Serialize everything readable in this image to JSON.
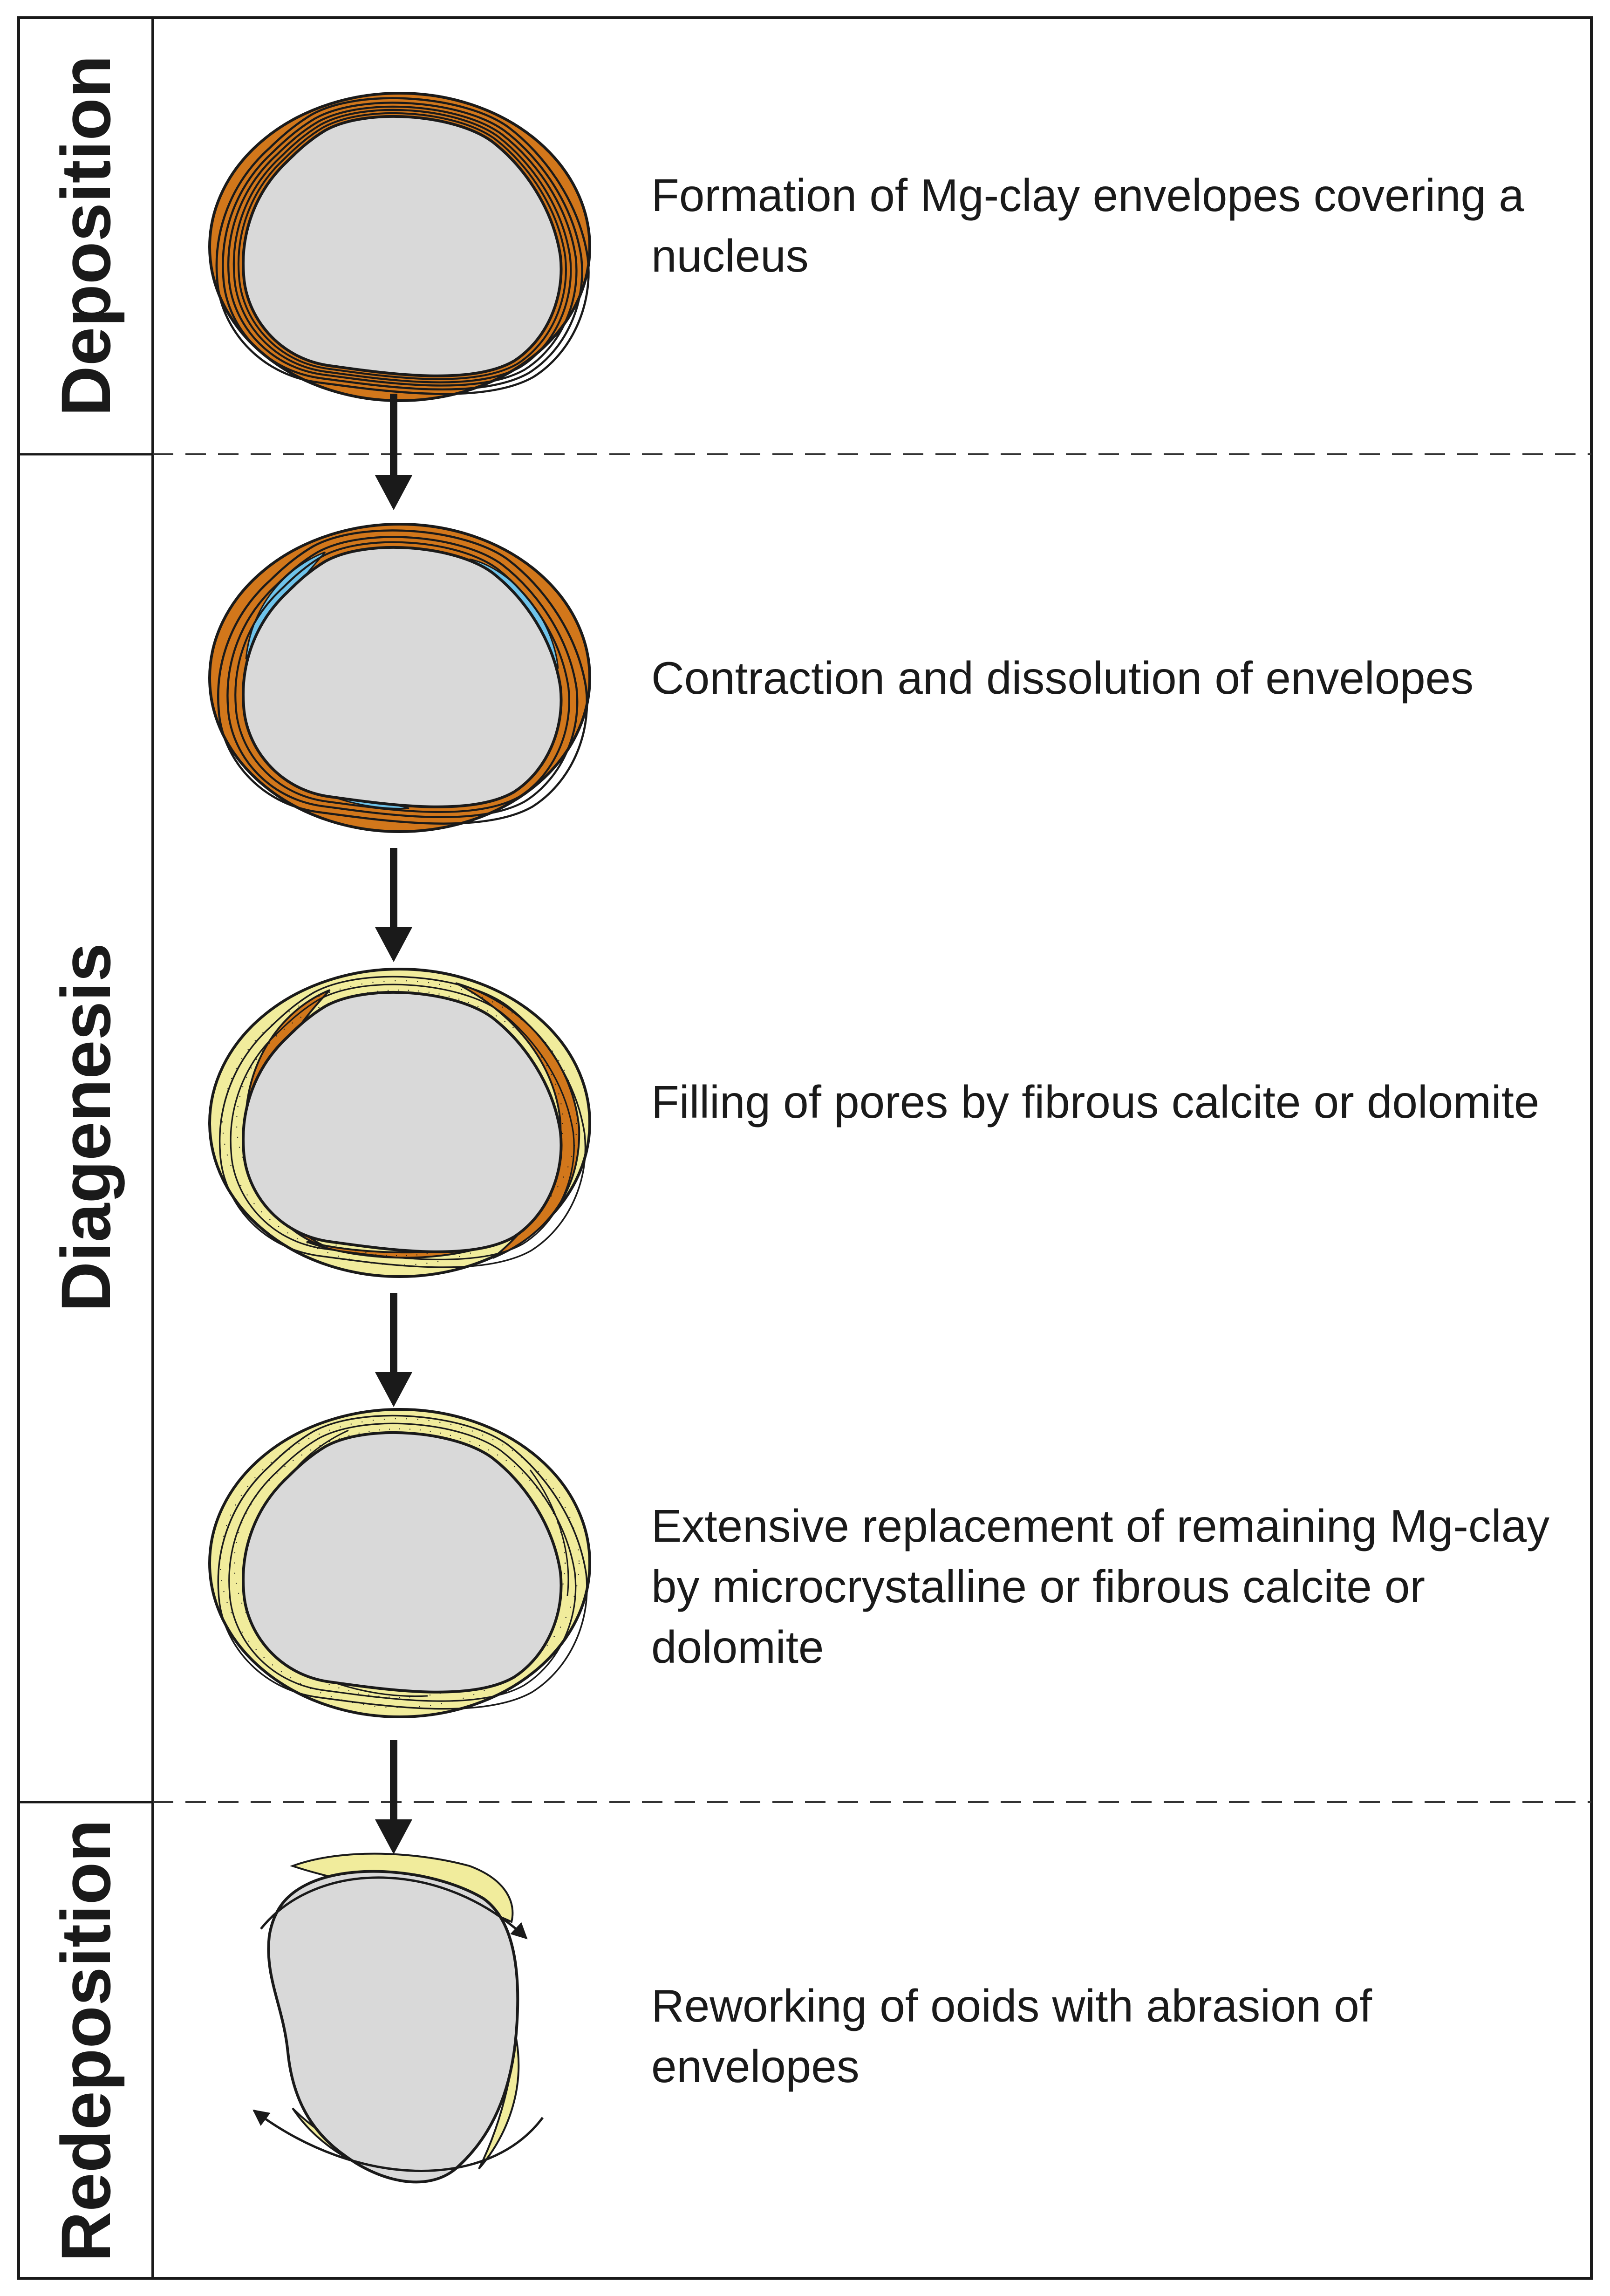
{
  "stages": [
    {
      "label": "Deposition"
    },
    {
      "label": "Diagenesis"
    },
    {
      "label": "Redeposition"
    }
  ],
  "steps": [
    {
      "text": "Formation of Mg-clay envelopes covering a nucleus",
      "stage": "Deposition"
    },
    {
      "text": "Contraction and dissolution of envelopes",
      "stage": "Diagenesis"
    },
    {
      "text": "Filling of pores by fibrous calcite or dolomite",
      "stage": "Diagenesis"
    },
    {
      "text": "Extensive replacement of remaining Mg-clay by microcrystalline or fibrous calcite or dolomite",
      "stage": "Diagenesis"
    },
    {
      "text": "Reworking of ooids with abrasion of envelopes",
      "stage": "Redeposition"
    }
  ],
  "colors": {
    "mg_clay_envelope": "#d2771b",
    "pore_space": "#6ec3ea",
    "calcite_dolomite": "#f1ec9c",
    "nucleus": "#d9d9d9",
    "outline": "#1a1a1a"
  }
}
